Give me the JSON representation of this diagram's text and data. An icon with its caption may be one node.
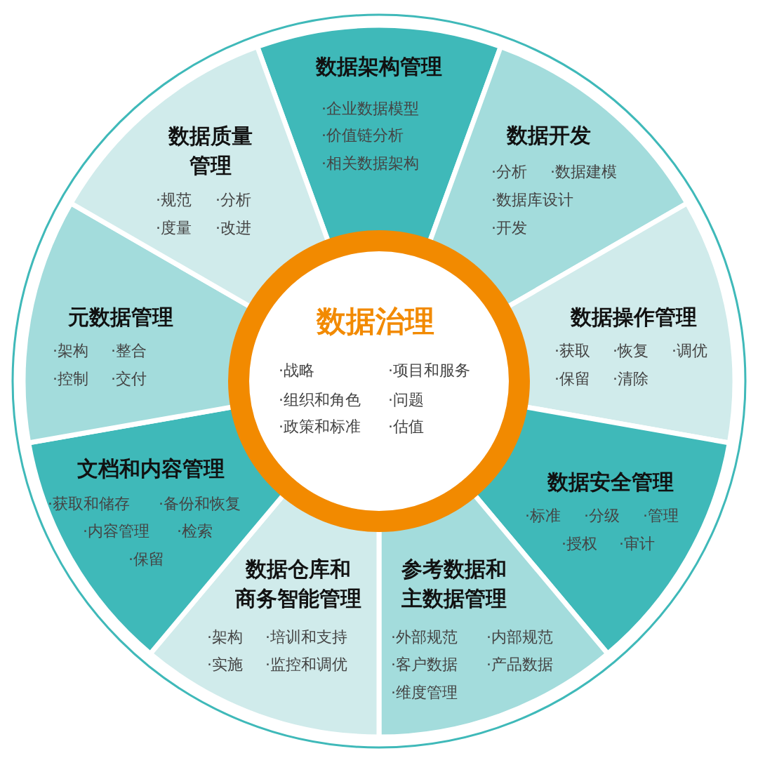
{
  "diagram": {
    "nodes": [
      {
        "text": [
          "数据治理",
          "·战略",
          "·项目和服务",
          "·组织和角色",
          "·问题",
          "·政策和标准",
          "·估值"
        ]
      },
      {
        "text": [
          "数据架构管理",
          "·企业数据模型",
          "·价值链分析",
          "·相关数据架构"
        ]
      },
      {
        "text": [
          "数据开发",
          "·分析",
          "·数据建模",
          "·数据库设计",
          "·开发"
        ]
      },
      {
        "text": [
          "数据操作管理",
          "·获取",
          "·恢复",
          "·调优",
          "·保留",
          "·清除"
        ]
      },
      {
        "text": [
          "数据安全管理",
          "·标准",
          "·分级",
          "·管理",
          "·授权",
          "·审计"
        ]
      },
      {
        "text": [
          "参考数据和主数据管理",
          "·外部规范",
          "·内部规范",
          "·客户数据",
          "·产品数据",
          "·维度管理"
        ]
      },
      {
        "text": [
          "数据仓库和商务智能管理",
          "·架构",
          "·培训和支持",
          "·实施",
          "·监控和调优"
        ]
      },
      {
        "text": [
          "文档和内容管理",
          "·获取和储存",
          "·备份和恢复",
          "·内容管理",
          "·检索",
          "·保留"
        ]
      },
      {
        "text": [
          "元数据管理",
          "·架构",
          "·整合",
          "·控制",
          "·交付"
        ]
      },
      {
        "text": [
          "数据质量管理",
          "·规范",
          "·分析",
          "·度量",
          "·改进"
        ]
      }
    ]
  }
}
